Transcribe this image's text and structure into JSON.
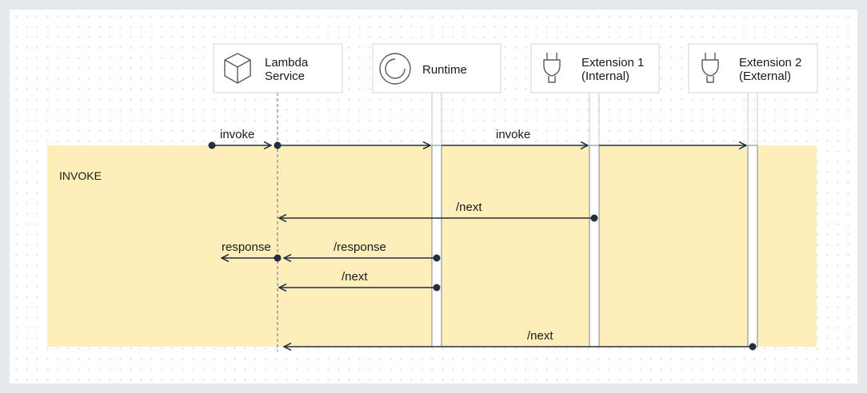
{
  "phase_label": "INVOKE",
  "participants": {
    "lambda": {
      "line1": "Lambda",
      "line2": "Service",
      "icon": "cube-icon"
    },
    "runtime": {
      "line1": "Runtime",
      "icon": "ring-icon"
    },
    "extension1": {
      "line1": "Extension 1",
      "line2": "(Internal)",
      "icon": "plug-icon"
    },
    "extension2": {
      "line1": "Extension 2",
      "line2": "(External)",
      "icon": "plug-icon"
    }
  },
  "messages": {
    "invoke_in": "invoke",
    "invoke_ext": "invoke",
    "next_ext1": "/next",
    "response_out": "response",
    "runtime_response": "/response",
    "next_runtime": "/next",
    "next_ext2": "/next"
  },
  "colors": {
    "phase_band": "#fdeeba",
    "box_border": "#d1d5db",
    "line": "#232f3e",
    "lifeline_dash": "#6b7280"
  }
}
